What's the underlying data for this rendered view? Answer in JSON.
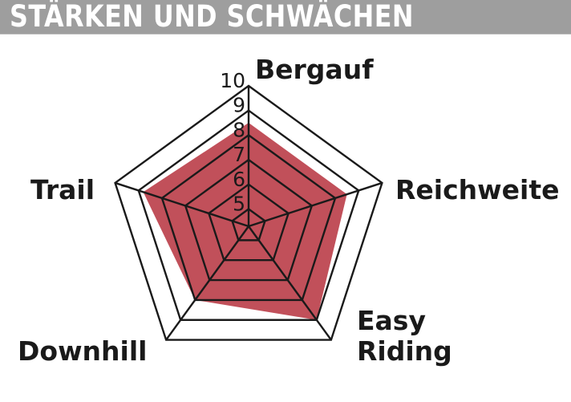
{
  "header": {
    "title": "STÄRKEN UND SCHWÄCHEN"
  },
  "chart_data": {
    "type": "radar",
    "title": "STÄRKEN UND SCHWÄCHEN",
    "categories": [
      "Bergauf",
      "Reichweite",
      "Easy Riding",
      "Downhill",
      "Trail"
    ],
    "series": [
      {
        "values": [
          8.5,
          8.5,
          9.0,
          8.0,
          8.8
        ],
        "color": "#c1505a"
      }
    ],
    "tick_labels": [
      "5",
      "6",
      "7",
      "8",
      "9",
      "10"
    ],
    "rings": [
      5,
      6,
      7,
      8,
      9,
      10
    ],
    "grid": true
  }
}
